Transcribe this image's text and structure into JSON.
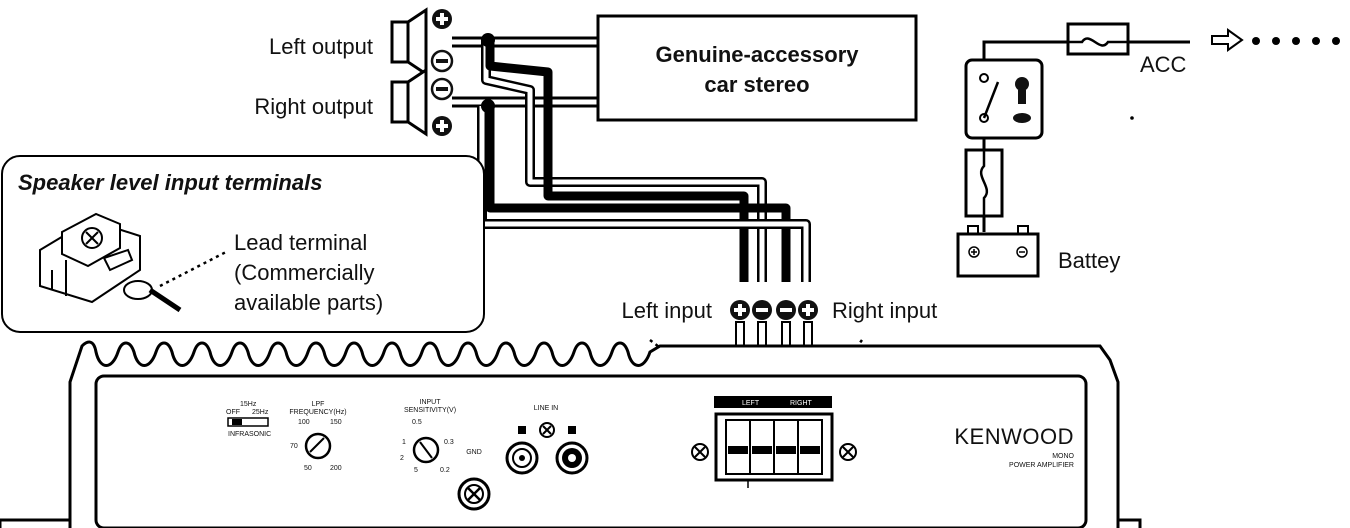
{
  "speakers": {
    "left_output": "Left output",
    "right_output": "Right output"
  },
  "stereo": {
    "line1": "Genuine-accessory",
    "line2": "car stereo"
  },
  "inset": {
    "title": "Speaker level input terminals",
    "lead_line1": "Lead terminal",
    "lead_line2": "(Commercially",
    "lead_line3": "available parts)"
  },
  "power": {
    "acc": "ACC",
    "battery": "Battey"
  },
  "inputs": {
    "left_input": "Left input",
    "right_input": "Right input"
  },
  "amplifier": {
    "brand": "KENWOOD",
    "model_line1": "MONO",
    "model_line2": "POWER AMPLIFIER",
    "infrasonic_15": "15Hz",
    "infrasonic_off": "OFF",
    "infrasonic_25": "25Hz",
    "infrasonic_label": "INFRASONIC",
    "lpf_line1": "LPF",
    "lpf_line2": "FREQUENCY(Hz)",
    "lpf_100": "100",
    "lpf_150": "150",
    "lpf_70": "70",
    "lpf_50": "50",
    "lpf_200": "200",
    "sens_line1": "INPUT",
    "sens_line2": "SENSITIVITY(V)",
    "sens_05": "0.5",
    "sens_1": "1",
    "sens_03": "0.3",
    "sens_2": "2",
    "sens_5": "5",
    "sens_02": "0.2",
    "gnd": "GND",
    "line_in": "LINE IN",
    "terminal_left": "LEFT",
    "terminal_right": "RIGHT"
  }
}
